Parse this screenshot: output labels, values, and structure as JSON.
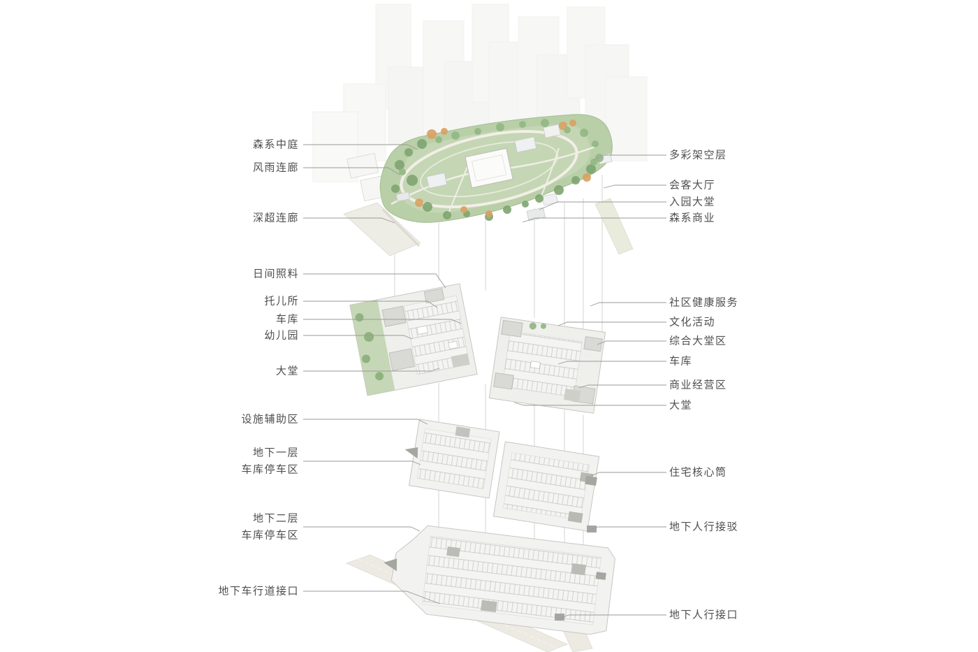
{
  "diagram": {
    "kind": "architectural-exploded-axonometric",
    "labels_left": [
      "森系中庭",
      "风雨连廊",
      "深超连廊",
      "日间照料",
      "托儿所",
      "车库",
      "幼儿园",
      "大堂",
      "设施辅助区",
      "地下一层",
      "车库停车区",
      "地下二层",
      "车库停车区",
      "地下车行道接口"
    ],
    "labels_right": [
      "多彩架空层",
      "会客大厅",
      "入园大堂",
      "森系商业",
      "社区健康服务",
      "文化活动",
      "综合大堂区",
      "车库",
      "商业经营区",
      "大堂",
      "住宅核心筒",
      "地下人行接驳",
      "地下人行接口"
    ],
    "colors": {
      "park_green": "#b9cfa8",
      "lawn_green": "#c4d6b4",
      "tree_green": "#7fa571",
      "tree_orange": "#d9a263",
      "plan_gray": "#efefec",
      "stall_gray": "#c2c2be",
      "leader_line": "#999999",
      "label_text": "#4e4e4e"
    }
  }
}
